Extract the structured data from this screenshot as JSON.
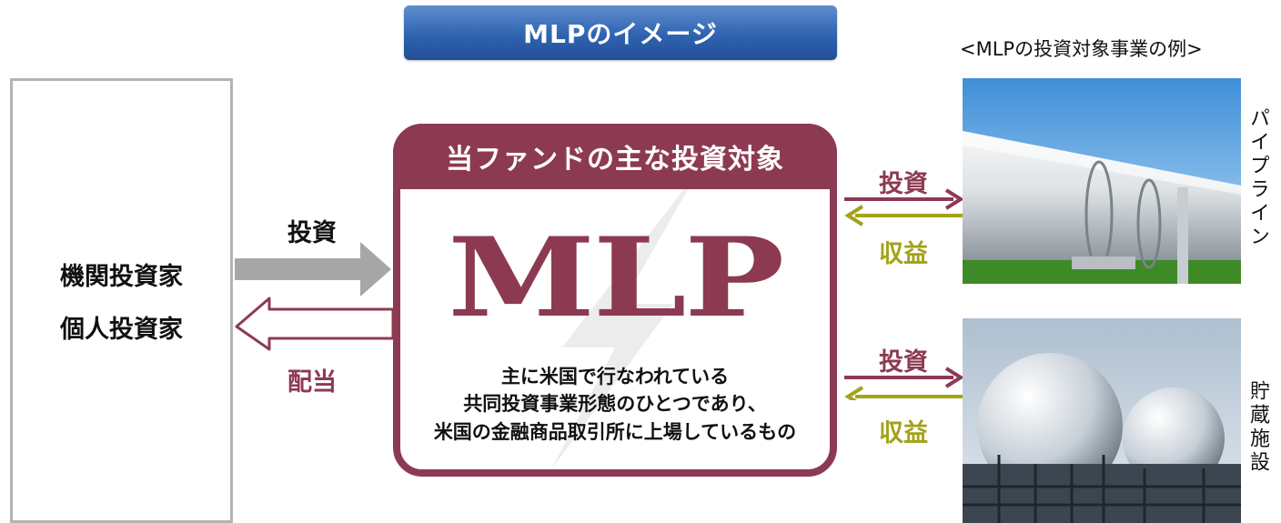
{
  "title": "MLPのイメージ",
  "investors": {
    "line1": "機関投資家",
    "line2": "個人投資家"
  },
  "flows_left": {
    "invest_label": "投資",
    "dividend_label": "配当"
  },
  "mlp_box": {
    "header": "当ファンドの主な投資対象",
    "logo": "MLP",
    "description": [
      "主に米国で行なわれている",
      "共同投資事業形態のひとつであり、",
      "米国の金融商品取引所に上場しているもの"
    ]
  },
  "flows_right": {
    "top": {
      "invest_label": "投資",
      "return_label": "収益"
    },
    "bottom": {
      "invest_label": "投資",
      "return_label": "収益"
    }
  },
  "examples": {
    "caption": "<MLPの投資対象事業の例>",
    "items": [
      {
        "label": "パイプライン",
        "icon": "pipeline-photo"
      },
      {
        "label": "貯蔵施設",
        "icon": "storage-tank-photo"
      }
    ]
  },
  "colors": {
    "maroon": "#8c3a52",
    "olive": "#a3a218",
    "gray_arrow": "#a6a6a6",
    "banner_blue": "#2f63b0"
  }
}
